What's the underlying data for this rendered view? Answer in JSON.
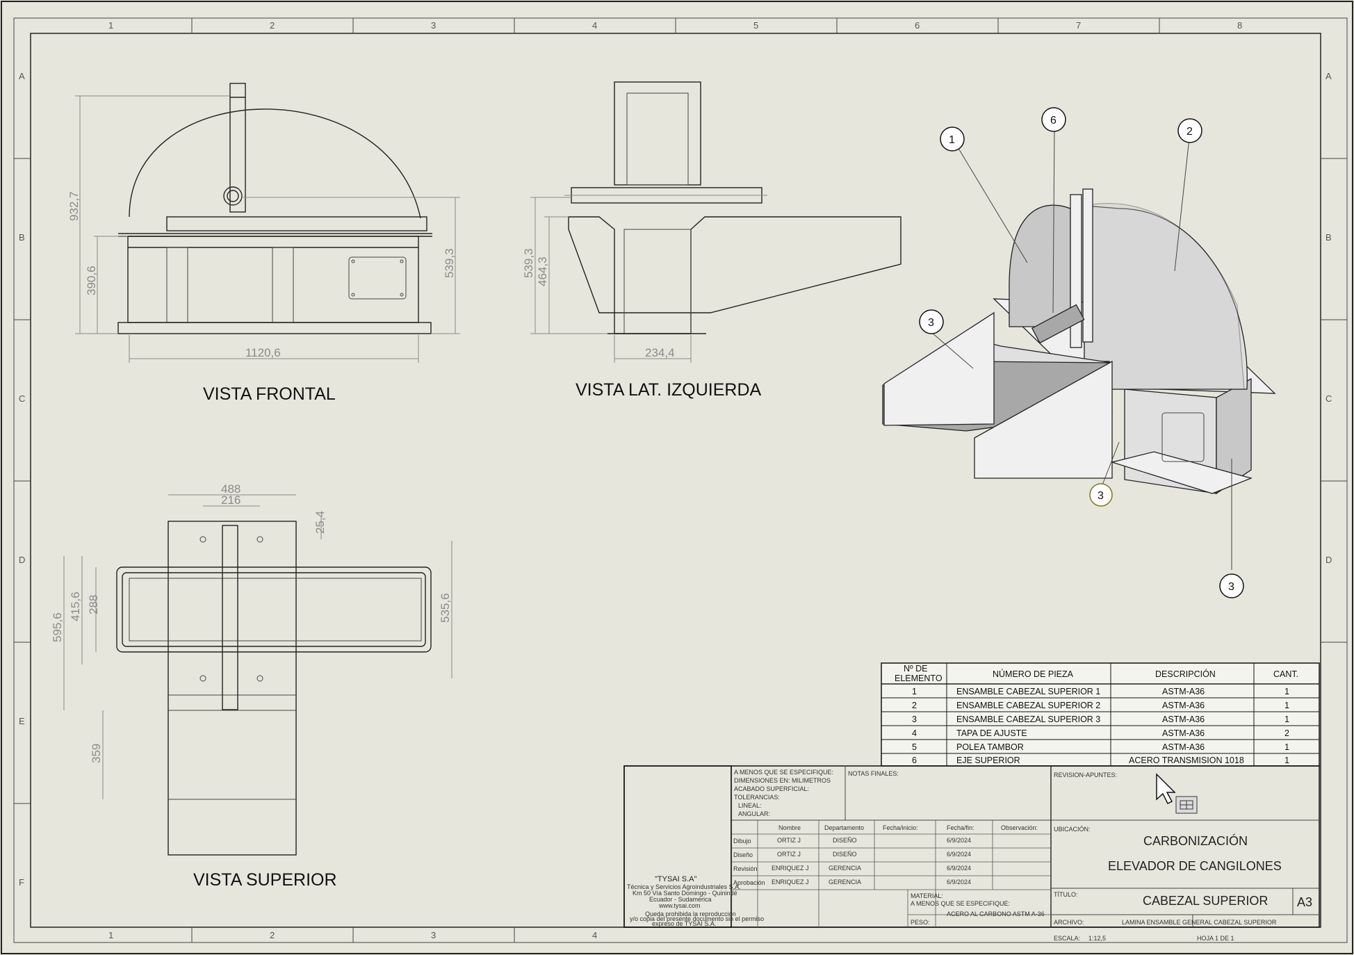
{
  "zones": {
    "columns": [
      "1",
      "2",
      "3",
      "4",
      "5",
      "6",
      "7",
      "8"
    ],
    "rows": [
      "A",
      "B",
      "C",
      "D",
      "E",
      "F"
    ]
  },
  "views": {
    "front": {
      "label": "VISTA FRONTAL",
      "dims": {
        "height_total": "932,7",
        "height_base": "390,6",
        "height_right": "539,3",
        "width": "1120,6"
      }
    },
    "side": {
      "label": "VISTA LAT. IZQUIERDA",
      "dims": {
        "h1": "539,3",
        "h2": "464,3",
        "width": "234,4"
      }
    },
    "top": {
      "label": "VISTA SUPERIOR",
      "dims": {
        "w_outer": "488",
        "w_inner": "216",
        "offset": "25,4",
        "h_total": "595,6",
        "h_mid": "415,6",
        "h_inner": "288",
        "h_right": "535,6",
        "h_lower": "359"
      }
    }
  },
  "balloons": {
    "b1": "1",
    "b2": "2",
    "b6": "6",
    "b3a": "3",
    "b3b": "3",
    "b3c": "3"
  },
  "bom": {
    "headers": [
      "Nº DE ELEMENTO",
      "NÚMERO DE PIEZA",
      "DESCRIPCIÓN",
      "CANT."
    ],
    "header_line1": "Nº DE",
    "header_line2": "ELEMENTO",
    "rows": [
      {
        "n": "1",
        "part": "ENSAMBLE CABEZAL SUPERIOR 1",
        "desc": "ASTM-A36",
        "qty": "1"
      },
      {
        "n": "2",
        "part": "ENSAMBLE CABEZAL SUPERIOR 2",
        "desc": "ASTM-A36",
        "qty": "1"
      },
      {
        "n": "3",
        "part": "ENSAMBLE CABEZAL SUPERIOR 3",
        "desc": "ASTM-A36",
        "qty": "1"
      },
      {
        "n": "4",
        "part": "TAPA DE AJUSTE",
        "desc": "ASTM-A36",
        "qty": "2"
      },
      {
        "n": "5",
        "part": "POLEA TAMBOR",
        "desc": "ASTM-A36",
        "qty": "1"
      },
      {
        "n": "6",
        "part": "EJE SUPERIOR",
        "desc": "ACERO TRANSMISION 1018",
        "qty": "1"
      }
    ]
  },
  "titleblock": {
    "company": "\"TYSAI S.A\"",
    "company_lines": [
      "Técnica y Servicios Agroindustriales S.A.",
      "Km 50 Vía Santo Domingo - Quinindé",
      "Ecuador - Sudamérica",
      "www.tysai.com"
    ],
    "company_note": [
      "Queda prohibida la reproducción",
      "y/o copia del presente documento sin el permiso",
      "expreso de TYSAI S.A."
    ],
    "spec_lines": [
      "A MENOS QUE SE ESPECIFIQUE:",
      "DIMENSIONES EN: MILIMETROS",
      "ACABADO SUPERFICIAL:",
      "TOLERANCIAS:",
      "  LINEAL:",
      "  ANGULAR:"
    ],
    "notas": "NOTAS FINALES:",
    "revision": "REVISION-APUNTES:",
    "sig_headers": [
      "Nombre",
      "Departamento",
      "Fecha/inicio:",
      "Fecha/fin:",
      "Observación:"
    ],
    "sig_rows": [
      {
        "role": "Dibujo",
        "name": "ORTIZ J",
        "dept": "DISEÑO",
        "end": "6/9/2024"
      },
      {
        "role": "Diseño",
        "name": "ORTIZ J",
        "dept": "DISEÑO",
        "end": "6/9/2024"
      },
      {
        "role": "Revisión",
        "name": "ENRIQUEZ J",
        "dept": "GERENCIA",
        "end": "6/9/2024"
      },
      {
        "role": "Aprobación",
        "name": "ENRIQUEZ J",
        "dept": "GERENCIA",
        "end": "6/9/2024"
      }
    ],
    "material_label": "MATERIAL:",
    "material_note": "A MENOS QUE SE ESPECIFIQUE:",
    "material_value": "ACERO AL CARBONO ASTM A-36",
    "peso_label": "PESO:",
    "ubicacion_label": "UBICACIÓN:",
    "ubicacion_line1": "CARBONIZACIÓN",
    "ubicacion_line2": "ELEVADOR DE CANGILONES",
    "titulo_label": "TÍTULO:",
    "titulo_value": "CABEZAL SUPERIOR",
    "size": "A3",
    "archivo_label": "ARCHIVO:",
    "archivo_value": "LAMINA ENSAMBLE GENERAL CABEZAL SUPERIOR",
    "escala_label": "ESCALA:",
    "escala_value": "1:12,5",
    "hoja": "HOJA 1 DE 1"
  }
}
